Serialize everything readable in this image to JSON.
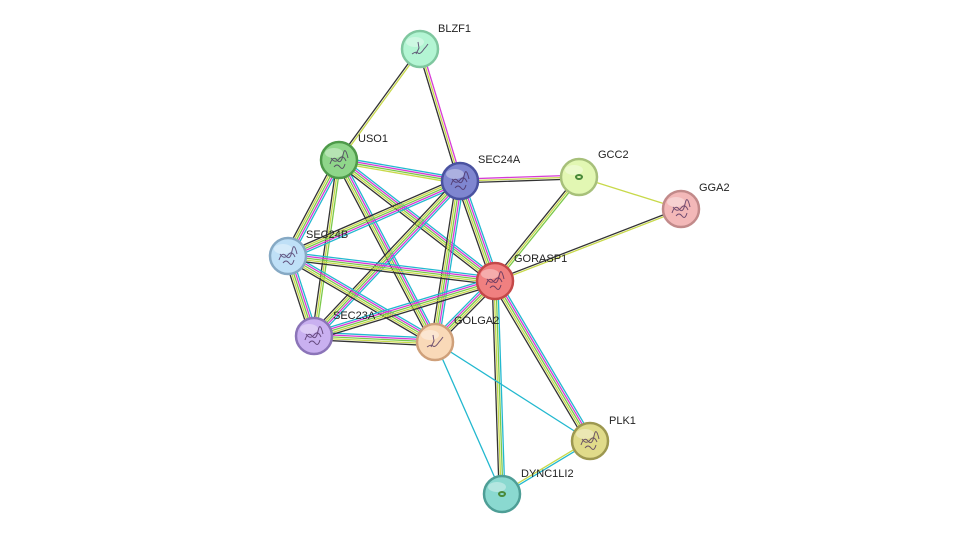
{
  "edge_colors": {
    "cyan": "#22b8cf",
    "magenta": "#d63bd6",
    "green": "#7bc94a",
    "yellow": "#c8d94a",
    "black": "#333333",
    "blue": "#4b5bd6"
  },
  "nodes": [
    {
      "id": "BLZF1",
      "label": "BLZF1",
      "color": "#b3f5d3",
      "border": "#7fc79f",
      "glyph": "strand-icon"
    },
    {
      "id": "USO1",
      "label": "USO1",
      "color": "#8fd68a",
      "border": "#4e9a4a",
      "glyph": "protein-icon"
    },
    {
      "id": "SEC24A",
      "label": "SEC24A",
      "color": "#7f86d0",
      "border": "#4a52a0",
      "glyph": "protein-icon"
    },
    {
      "id": "GCC2",
      "label": "GCC2",
      "color": "#e2f7b3",
      "border": "#a7c07a",
      "glyph": "dot-icon"
    },
    {
      "id": "GGA2",
      "label": "GGA2",
      "color": "#f3b8b8",
      "border": "#c28a8a",
      "glyph": "protein-icon"
    },
    {
      "id": "SEC24B",
      "label": "SEC24B",
      "color": "#bfe0f7",
      "border": "#86a9c4",
      "glyph": "protein-icon"
    },
    {
      "id": "GORASP1",
      "label": "GORASP1",
      "color": "#f08080",
      "border": "#c44848",
      "glyph": "protein-icon"
    },
    {
      "id": "SEC23A",
      "label": "SEC23A",
      "color": "#c9b0f0",
      "border": "#8b74b8",
      "glyph": "protein-icon"
    },
    {
      "id": "GOLGA2",
      "label": "GOLGA2",
      "color": "#f9d9b8",
      "border": "#cfa07a",
      "glyph": "strand-icon"
    },
    {
      "id": "PLK1",
      "label": "PLK1",
      "color": "#e0db8a",
      "border": "#9d9850",
      "glyph": "protein-icon"
    },
    {
      "id": "DYNC1LI2",
      "label": "DYNC1LI2",
      "color": "#8ad9d0",
      "border": "#4e9e96",
      "glyph": "dot-icon"
    }
  ],
  "edges": [
    {
      "source": "BLZF1",
      "target": "USO1",
      "kinds": [
        "yellow",
        "black"
      ]
    },
    {
      "source": "BLZF1",
      "target": "SEC24A",
      "kinds": [
        "magenta",
        "yellow",
        "black"
      ]
    },
    {
      "source": "USO1",
      "target": "SEC24A",
      "kinds": [
        "cyan",
        "magenta",
        "green",
        "yellow"
      ]
    },
    {
      "source": "USO1",
      "target": "SEC24B",
      "kinds": [
        "cyan",
        "magenta",
        "green",
        "yellow",
        "black"
      ]
    },
    {
      "source": "USO1",
      "target": "SEC23A",
      "kinds": [
        "green",
        "yellow",
        "black"
      ]
    },
    {
      "source": "USO1",
      "target": "GOLGA2",
      "kinds": [
        "cyan",
        "magenta",
        "green",
        "yellow",
        "black"
      ]
    },
    {
      "source": "USO1",
      "target": "GORASP1",
      "kinds": [
        "cyan",
        "magenta",
        "green",
        "yellow",
        "black"
      ]
    },
    {
      "source": "SEC24A",
      "target": "GCC2",
      "kinds": [
        "magenta",
        "yellow",
        "black"
      ]
    },
    {
      "source": "SEC24A",
      "target": "SEC24B",
      "kinds": [
        "cyan",
        "magenta",
        "green",
        "yellow",
        "black"
      ]
    },
    {
      "source": "SEC24A",
      "target": "SEC23A",
      "kinds": [
        "cyan",
        "magenta",
        "green",
        "yellow",
        "black"
      ]
    },
    {
      "source": "SEC24A",
      "target": "GOLGA2",
      "kinds": [
        "cyan",
        "magenta",
        "green",
        "yellow",
        "black"
      ]
    },
    {
      "source": "SEC24A",
      "target": "GORASP1",
      "kinds": [
        "cyan",
        "magenta",
        "green",
        "yellow",
        "black"
      ]
    },
    {
      "source": "GCC2",
      "target": "GORASP1",
      "kinds": [
        "green",
        "yellow",
        "black"
      ]
    },
    {
      "source": "GCC2",
      "target": "GGA2",
      "kinds": [
        "yellow"
      ]
    },
    {
      "source": "GGA2",
      "target": "GORASP1",
      "kinds": [
        "yellow",
        "black"
      ]
    },
    {
      "source": "SEC24B",
      "target": "SEC23A",
      "kinds": [
        "cyan",
        "magenta",
        "green",
        "yellow",
        "black"
      ]
    },
    {
      "source": "SEC24B",
      "target": "GOLGA2",
      "kinds": [
        "cyan",
        "magenta",
        "green",
        "yellow",
        "black"
      ]
    },
    {
      "source": "SEC24B",
      "target": "GORASP1",
      "kinds": [
        "cyan",
        "magenta",
        "green",
        "yellow",
        "black"
      ]
    },
    {
      "source": "SEC23A",
      "target": "GOLGA2",
      "kinds": [
        "cyan",
        "magenta",
        "green",
        "yellow",
        "black"
      ]
    },
    {
      "source": "SEC23A",
      "target": "GORASP1",
      "kinds": [
        "cyan",
        "magenta",
        "green",
        "yellow",
        "black"
      ]
    },
    {
      "source": "GOLGA2",
      "target": "GORASP1",
      "kinds": [
        "cyan",
        "magenta",
        "green",
        "yellow",
        "black"
      ]
    },
    {
      "source": "GORASP1",
      "target": "PLK1",
      "kinds": [
        "cyan",
        "magenta",
        "green",
        "yellow",
        "black"
      ]
    },
    {
      "source": "GORASP1",
      "target": "DYNC1LI2",
      "kinds": [
        "cyan",
        "green",
        "yellow",
        "black"
      ]
    },
    {
      "source": "GOLGA2",
      "target": "PLK1",
      "kinds": [
        "cyan"
      ]
    },
    {
      "source": "GOLGA2",
      "target": "DYNC1LI2",
      "kinds": [
        "cyan"
      ]
    },
    {
      "source": "PLK1",
      "target": "DYNC1LI2",
      "kinds": [
        "cyan",
        "yellow"
      ]
    }
  ]
}
